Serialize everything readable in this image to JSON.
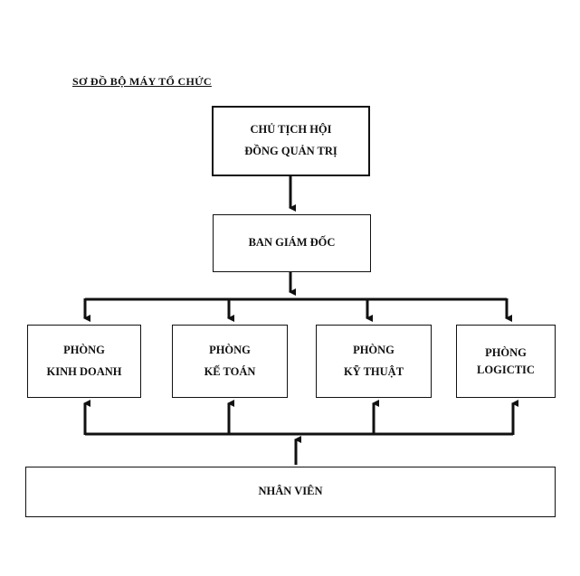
{
  "title": "SƠ ĐỒ BỘ MÁY TỔ CHỨC",
  "nodes": {
    "chairman": {
      "line1": "CHỦ TỊCH HỘI",
      "line2": "ĐỒNG QUẢN TRỊ"
    },
    "board": {
      "label": "BAN GIÁM ĐỐC"
    },
    "sales": {
      "line1": "PHÒNG",
      "line2": "KINH DOANH"
    },
    "accounting": {
      "line1": "PHÒNG",
      "line2": "KẾ TOÁN"
    },
    "technical": {
      "line1": "PHÒNG",
      "line2": "KỸ THUẬT"
    },
    "logistics": {
      "line1": "PHÒNG",
      "line2": "LOGICTIC"
    },
    "staff": {
      "label": "NHÂN VIÊN"
    }
  }
}
